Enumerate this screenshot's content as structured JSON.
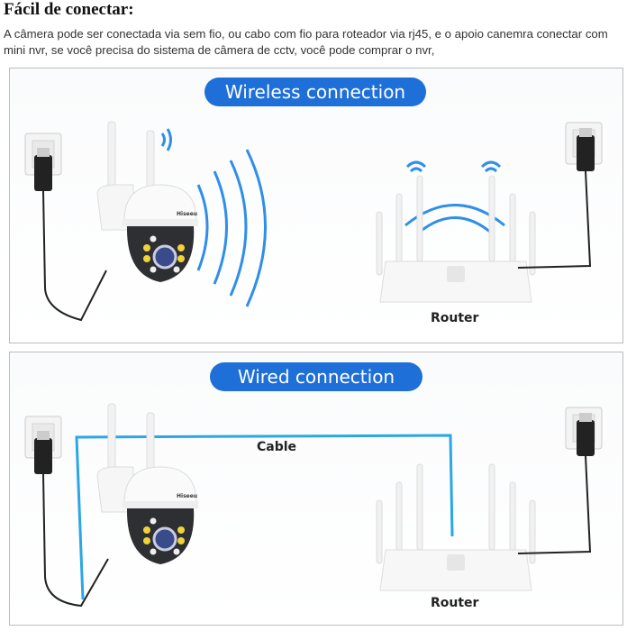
{
  "heading": "Fácil de conectar:",
  "description": "A câmera pode ser conectada via sem fio, ou cabo com fio para roteador via rj45, e o apoio canemra conectar com mini nvr, se você precisa do sistema de câmera de cctv, você pode comprar o nvr,",
  "wireless": {
    "title": "Wireless connection",
    "router_label": "Router"
  },
  "wired": {
    "title": "Wired connection",
    "cable_label": "Cable",
    "router_label": "Router"
  },
  "camera_brand": "Hiseeu",
  "colors": {
    "accent": "#1f6fd8",
    "cable": "#2ba6e6"
  }
}
